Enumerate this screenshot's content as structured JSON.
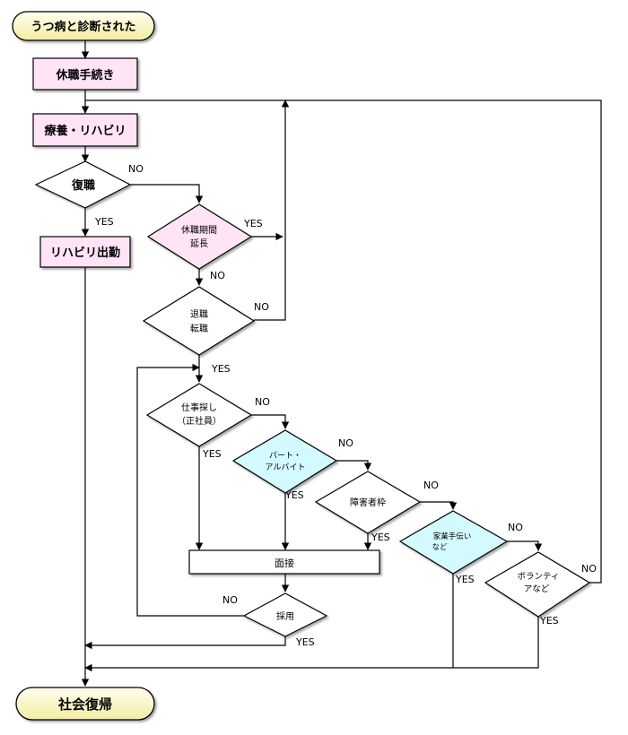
{
  "nodes": {
    "start": "うつ病と診断された",
    "leave_procedure": "休職手続き",
    "recuperation": "療養・リハビリ",
    "return_to_work": "復職",
    "rehab_commute": "リハビリ出勤",
    "extend_leave": [
      "休職期間",
      "延長"
    ],
    "retire_change": [
      "退職",
      "転職"
    ],
    "job_hunt_regular": [
      "仕事探し",
      "（正社員）"
    ],
    "part_time": [
      "パート・",
      "アルバイト"
    ],
    "disability_quota": "障害者枠",
    "family_business": [
      "家業手伝い",
      "など"
    ],
    "volunteer": [
      "ボランティ",
      "アなど"
    ],
    "interview": "面接",
    "hired": "採用",
    "end": "社会復帰"
  },
  "edge_labels": {
    "yes": "YES",
    "no": "NO"
  },
  "colors": {
    "pink": "#ffe3f6",
    "blue": "#d3fafe",
    "white": "#ffffff",
    "yellow_light": "#fffef0",
    "yellow_dark": "#f2eda2",
    "line": "#000000"
  }
}
